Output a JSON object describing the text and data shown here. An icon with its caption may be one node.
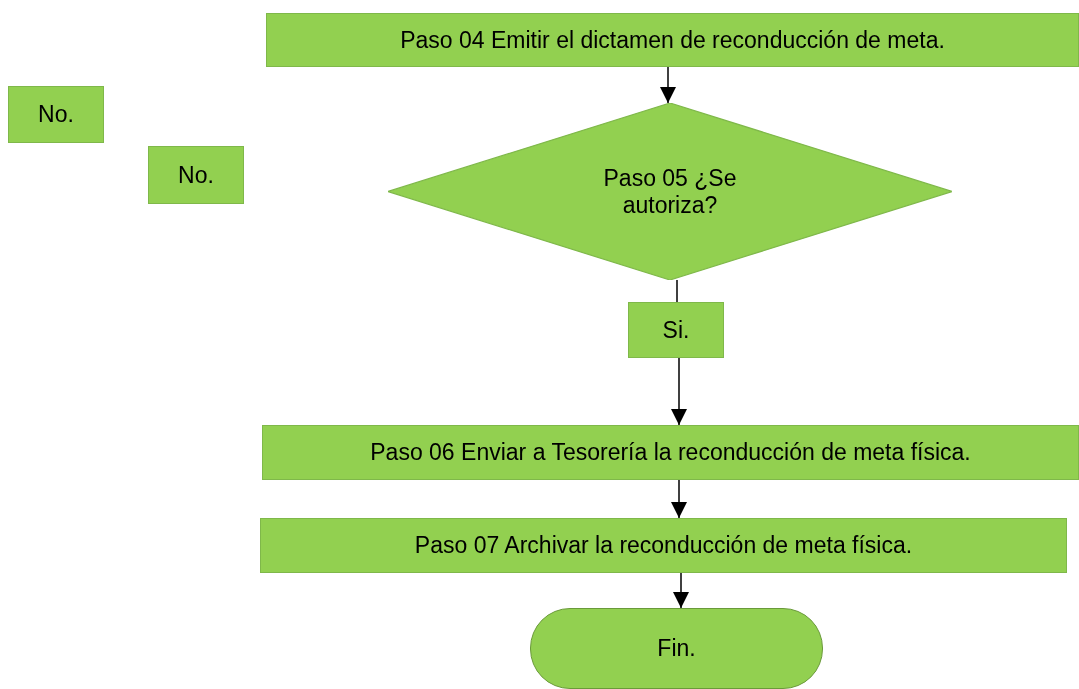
{
  "diagram": {
    "nodes": [
      {
        "text": [
          "Paso 04 Emitir el dictamen de reconducción de meta."
        ]
      },
      {
        "text": [
          "No."
        ]
      },
      {
        "text": [
          "No."
        ]
      },
      {
        "text": [
          "Paso 05 ¿Se autoriza?"
        ]
      },
      {
        "text": [
          "Si."
        ]
      },
      {
        "text": [
          "Paso 06 Enviar a Tesorería la reconducción de meta física."
        ]
      },
      {
        "text": [
          "Paso 07 Archivar la reconducción de meta física."
        ]
      },
      {
        "text": [
          "Fin."
        ]
      }
    ],
    "edges": [
      {
        "from": 0,
        "to": 3,
        "arrow": "to"
      },
      {
        "from": 3,
        "to": 4,
        "arrow": "none"
      },
      {
        "from": 4,
        "to": 5,
        "arrow": "to"
      },
      {
        "from": 5,
        "to": 6,
        "arrow": "to"
      },
      {
        "from": 6,
        "to": 7,
        "arrow": "to"
      }
    ]
  }
}
